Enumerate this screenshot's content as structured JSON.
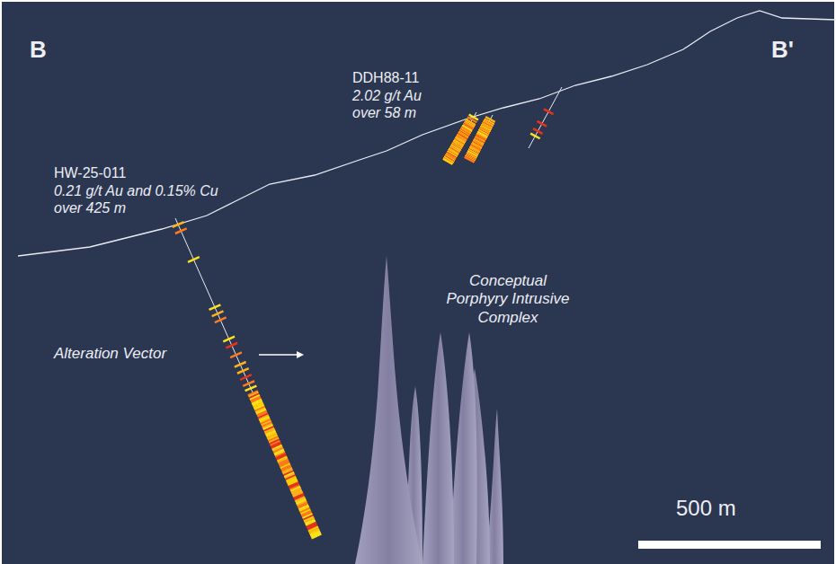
{
  "diagram": {
    "labels": [
      "B",
      "B'",
      "DDH88-11",
      "2.02 g/t Au over 58 m",
      "HW-25-011",
      "0.21 g/t Au and 0.15% Cu over 425 m",
      "Conceptual Porphyry Intrusive Complex",
      "Alteration Vector",
      "500 m"
    ]
  }
}
